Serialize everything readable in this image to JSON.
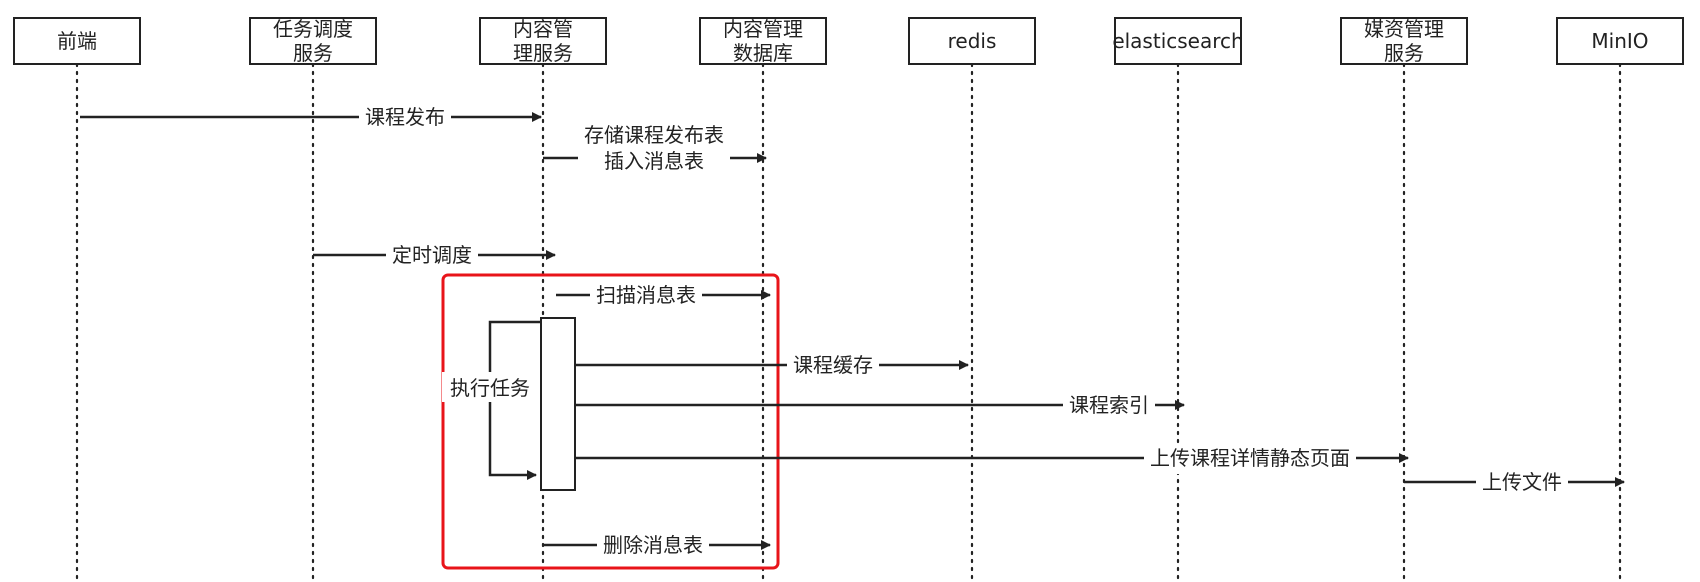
{
  "participants": [
    {
      "id": "frontend",
      "lines": [
        "前端"
      ]
    },
    {
      "id": "scheduler",
      "lines": [
        "任务调度",
        "服务"
      ]
    },
    {
      "id": "content",
      "lines": [
        "内容管",
        "理服务"
      ]
    },
    {
      "id": "contentdb",
      "lines": [
        "内容管理",
        "数据库"
      ]
    },
    {
      "id": "redis",
      "lines": [
        "redis"
      ]
    },
    {
      "id": "es",
      "lines": [
        "elasticsearch"
      ]
    },
    {
      "id": "media",
      "lines": [
        "媒资管理",
        "服务"
      ]
    },
    {
      "id": "minio",
      "lines": [
        "MinIO"
      ]
    }
  ],
  "messages": [
    {
      "id": "publish",
      "from": "frontend",
      "to": "content",
      "lines": [
        "课程发布"
      ]
    },
    {
      "id": "store",
      "from": "content",
      "to": "contentdb",
      "lines": [
        "存储课程发布表",
        "插入消息表"
      ]
    },
    {
      "id": "schedule",
      "from": "scheduler",
      "to": "content",
      "lines": [
        "定时调度"
      ]
    },
    {
      "id": "scan",
      "from": "content",
      "to": "contentdb",
      "lines": [
        "扫描消息表"
      ]
    },
    {
      "id": "cache",
      "from": "content",
      "to": "redis",
      "lines": [
        "课程缓存"
      ]
    },
    {
      "id": "index",
      "from": "content",
      "to": "es",
      "lines": [
        "课程索引"
      ]
    },
    {
      "id": "upload-page",
      "from": "content",
      "to": "media",
      "lines": [
        "上传课程详情静态页面"
      ]
    },
    {
      "id": "upload-file",
      "from": "media",
      "to": "minio",
      "lines": [
        "上传文件"
      ]
    },
    {
      "id": "delete",
      "from": "content",
      "to": "contentdb",
      "lines": [
        "删除消息表"
      ]
    }
  ],
  "self_call": {
    "on": "content",
    "label": "执行任务"
  },
  "highlight": {
    "color": "#e8141a"
  },
  "colors": {
    "line": "#222222",
    "box": "#ffffff"
  }
}
